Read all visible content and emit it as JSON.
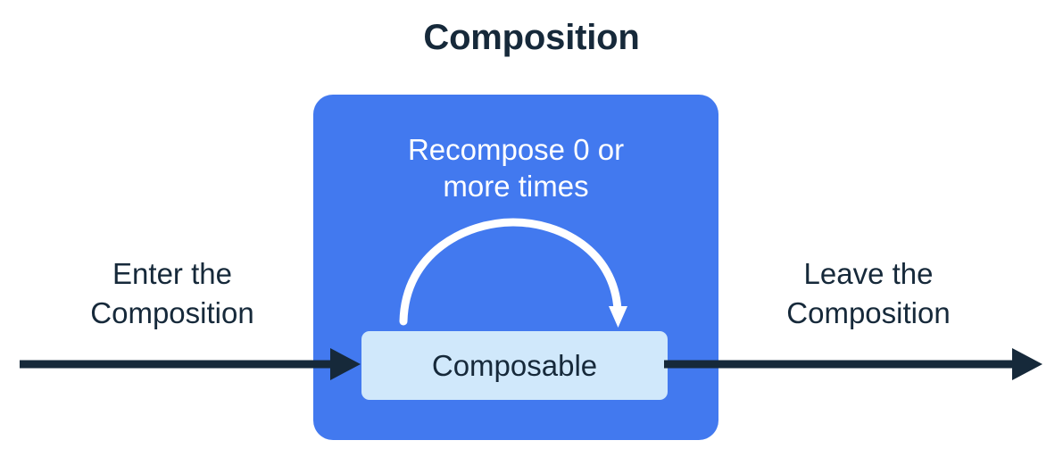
{
  "diagram": {
    "title": "Composition",
    "colors": {
      "background": "#ffffff",
      "composition_box": "#4279ef",
      "composable_box": "#d0e8fb",
      "text_dark": "#16293a",
      "text_light": "#ffffff",
      "arrow_dark": "#16293a",
      "arrow_light": "#ffffff"
    },
    "composition": {
      "recompose_caption_line1": "Recompose 0 or",
      "recompose_caption_line2": "more times",
      "recompose_caption_full": "Recompose 0 or more times",
      "composable_label": "Composable",
      "recompose_arrow_icon": "curved-loop-arrow-icon"
    },
    "enter": {
      "label_line1": "Enter the",
      "label_line2": "Composition",
      "label_full": "Enter the Composition",
      "arrow_icon": "right-arrow-icon"
    },
    "leave": {
      "label_line1": "Leave the",
      "label_line2": "Composition",
      "label_full": "Leave the Composition",
      "arrow_icon": "right-arrow-icon"
    }
  }
}
